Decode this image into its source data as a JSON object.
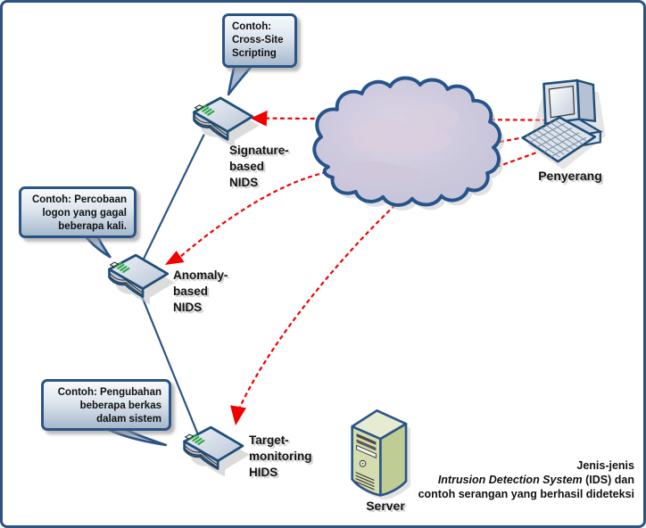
{
  "diagram": {
    "title_hint": "IDS types diagram",
    "callouts": [
      {
        "id": "xss",
        "lines": [
          "Contoh:",
          "Cross-Site",
          "Scripting"
        ]
      },
      {
        "id": "logon",
        "lines": [
          "Contoh: Percobaan",
          "logon yang gagal",
          "beberapa kali."
        ]
      },
      {
        "id": "files",
        "lines": [
          "Contoh: Pengubahan",
          "beberapa berkas",
          "dalam sistem"
        ]
      }
    ],
    "nodes": [
      {
        "id": "signature-nids",
        "icon": "network-device-icon",
        "label_lines": [
          "Signature-",
          "based",
          "NIDS"
        ]
      },
      {
        "id": "anomaly-nids",
        "icon": "network-device-icon",
        "label_lines": [
          "Anomaly-",
          "based",
          "NIDS"
        ]
      },
      {
        "id": "target-hids",
        "icon": "network-device-icon",
        "label_lines": [
          "Target-",
          "monitoring",
          "HIDS"
        ]
      },
      {
        "id": "attacker",
        "icon": "computer-icon",
        "label": "Penyerang"
      },
      {
        "id": "server",
        "icon": "server-icon",
        "label": "Server"
      },
      {
        "id": "network",
        "icon": "cloud-icon",
        "label": ""
      }
    ],
    "caption": {
      "line1": "Jenis-jenis",
      "line2_italic": "Intrusion Detection System",
      "line2_rest": " (IDS) dan",
      "line3": "contoh serangan yang berhasil dideteksi"
    },
    "colors": {
      "frame_border": "#2E5380",
      "attack_line": "#F20000",
      "link_line": "#2A5487",
      "callout_border": "#2A5487",
      "callout_fill_bottom": "#a6b9cd",
      "cloud_fill": "#c9c7dc",
      "cloud_border": "#27548C",
      "device_fill": "#ccd5e2",
      "server_fill": "#d4ddad",
      "label_shadow": "#c9c9c9"
    }
  }
}
